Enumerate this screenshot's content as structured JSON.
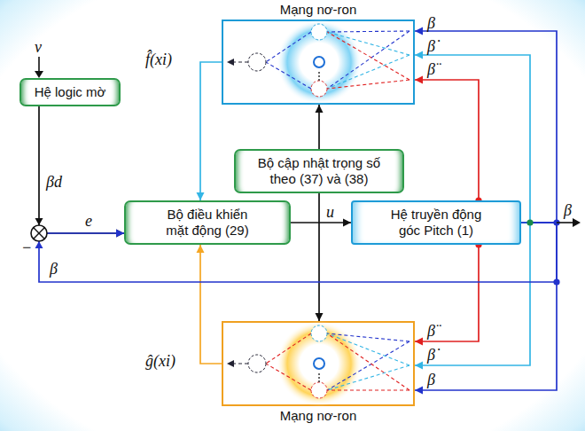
{
  "diagram": {
    "nodes": [
      {
        "text": [
          "Mạng nơ-ron"
        ]
      },
      {
        "text": [
          "Hệ logic mờ"
        ]
      },
      {
        "text": [
          "Bộ cập nhật trọng số theo (37) và (38)"
        ]
      },
      {
        "text": [
          "Bộ điều khiển mặt động (29)"
        ]
      },
      {
        "text": [
          "Hệ truyền động góc Pitch (1)"
        ]
      },
      {
        "text": [
          "Mạng nơ-ron"
        ]
      }
    ],
    "edges": [
      {
        "from": 1,
        "to": 3,
        "arrow": "to"
      },
      {
        "from": 3,
        "to": 4,
        "arrow": "to"
      },
      {
        "from": 0,
        "to": 3,
        "arrow": "to"
      },
      {
        "from": 5,
        "to": 3,
        "arrow": "to"
      },
      {
        "from": 2,
        "to": 0,
        "arrow": "to"
      },
      {
        "from": 2,
        "to": 5,
        "arrow": "to"
      },
      {
        "from": 4,
        "to": 0,
        "arrow": "to"
      },
      {
        "from": 4,
        "to": 0,
        "arrow": "to"
      },
      {
        "from": 4,
        "to": 0,
        "arrow": "to"
      },
      {
        "from": 4,
        "to": 5,
        "arrow": "to"
      },
      {
        "from": 4,
        "to": 5,
        "arrow": "to"
      },
      {
        "from": 4,
        "to": 5,
        "arrow": "to"
      },
      {
        "from": 4,
        "to": 3,
        "arrow": "to"
      }
    ],
    "labels": [
      "v",
      "βd",
      "e",
      "−",
      "β",
      "u",
      "β",
      "f̂(xi)",
      "β",
      "β̇",
      "β̈",
      "ĝ(xi)",
      "β̈",
      "β̇",
      "β"
    ]
  }
}
